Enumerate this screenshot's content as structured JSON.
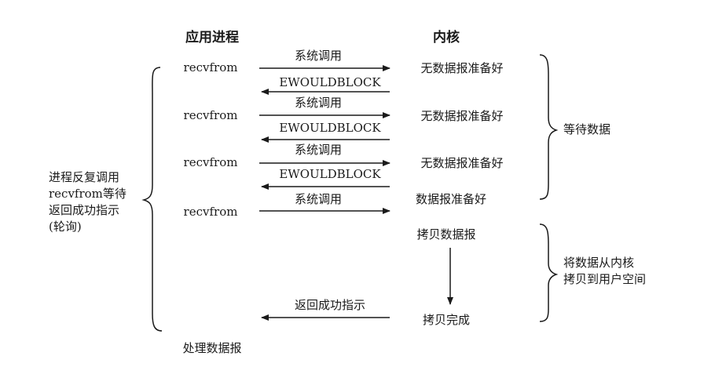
{
  "headers": {
    "app": "应用进程",
    "kernel": "内核"
  },
  "rows": [
    {
      "left": "recvfrom",
      "call": "系统调用",
      "status": "无数据报准备好",
      "reply": "EWOULDBLOCK"
    },
    {
      "left": "recvfrom",
      "call": "系统调用",
      "status": "无数据报准备好",
      "reply": "EWOULDBLOCK"
    },
    {
      "left": "recvfrom",
      "call": "系统调用",
      "status": "无数据报准备好",
      "reply": "EWOULDBLOCK"
    },
    {
      "left": "recvfrom",
      "call": "系统调用",
      "status": "数据报准备好"
    }
  ],
  "copy": {
    "start": "拷贝数据报",
    "done": "拷贝完成",
    "return": "返回成功指示"
  },
  "final": "处理数据报",
  "left_note": [
    "进程反复调用",
    "recvfrom等待",
    "返回成功指示",
    "(轮询)"
  ],
  "phases": {
    "wait": "等待数据",
    "copy": [
      "将数据从内核",
      "拷贝到用户空间"
    ]
  }
}
